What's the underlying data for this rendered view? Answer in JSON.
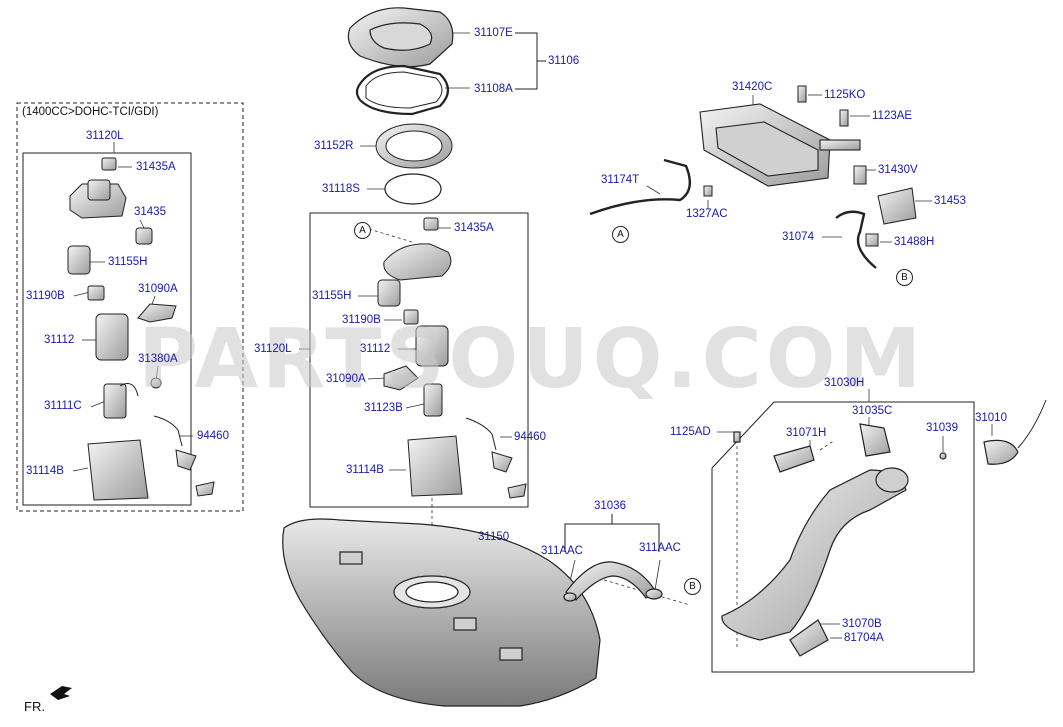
{
  "variant_note": "(1400CC>DOHC-TCI/GDI)",
  "watermark": "PARTSOUQ.COM",
  "front_label": "FR.",
  "refs": {
    "a": "A",
    "b": "B"
  },
  "labels": {
    "p31107E": "31107E",
    "p31106": "31106",
    "p31108A": "31108A",
    "p31152R": "31152R",
    "p31118S": "31118S",
    "p31120L_left": "31120L",
    "p31435A_left": "31435A",
    "p31435": "31435",
    "p31155H_left": "31155H",
    "p31190B_left": "31190B",
    "p31090A_left": "31090A",
    "p31112_left": "31112",
    "p31380A": "31380A",
    "p31111C": "31111C",
    "p94460_left": "94460",
    "p31114B_left": "31114B",
    "p31435A_mid": "31435A",
    "p31155H_mid": "31155H",
    "p31190B_mid": "31190B",
    "p31120L_mid": "31120L",
    "p31112_mid": "31112",
    "p31090A_mid": "31090A",
    "p31123B": "31123B",
    "p94460_mid": "94460",
    "p31114B_mid": "31114B",
    "p31150": "31150",
    "p31036": "31036",
    "p311AAC_1": "311AAC",
    "p311AAC_2": "311AAC",
    "p31420C": "31420C",
    "p1125KO": "1125KO",
    "p1123AE": "1123AE",
    "p31430V": "31430V",
    "p31453": "31453",
    "p31174T": "31174T",
    "p1327AC": "1327AC",
    "p31074": "31074",
    "p31488H": "31488H",
    "p31030H": "31030H",
    "p31035C": "31035C",
    "p1125AD": "1125AD",
    "p31071H": "31071H",
    "p31039": "31039",
    "p31010": "31010",
    "p31070B": "31070B",
    "p81704A": "81704A"
  }
}
